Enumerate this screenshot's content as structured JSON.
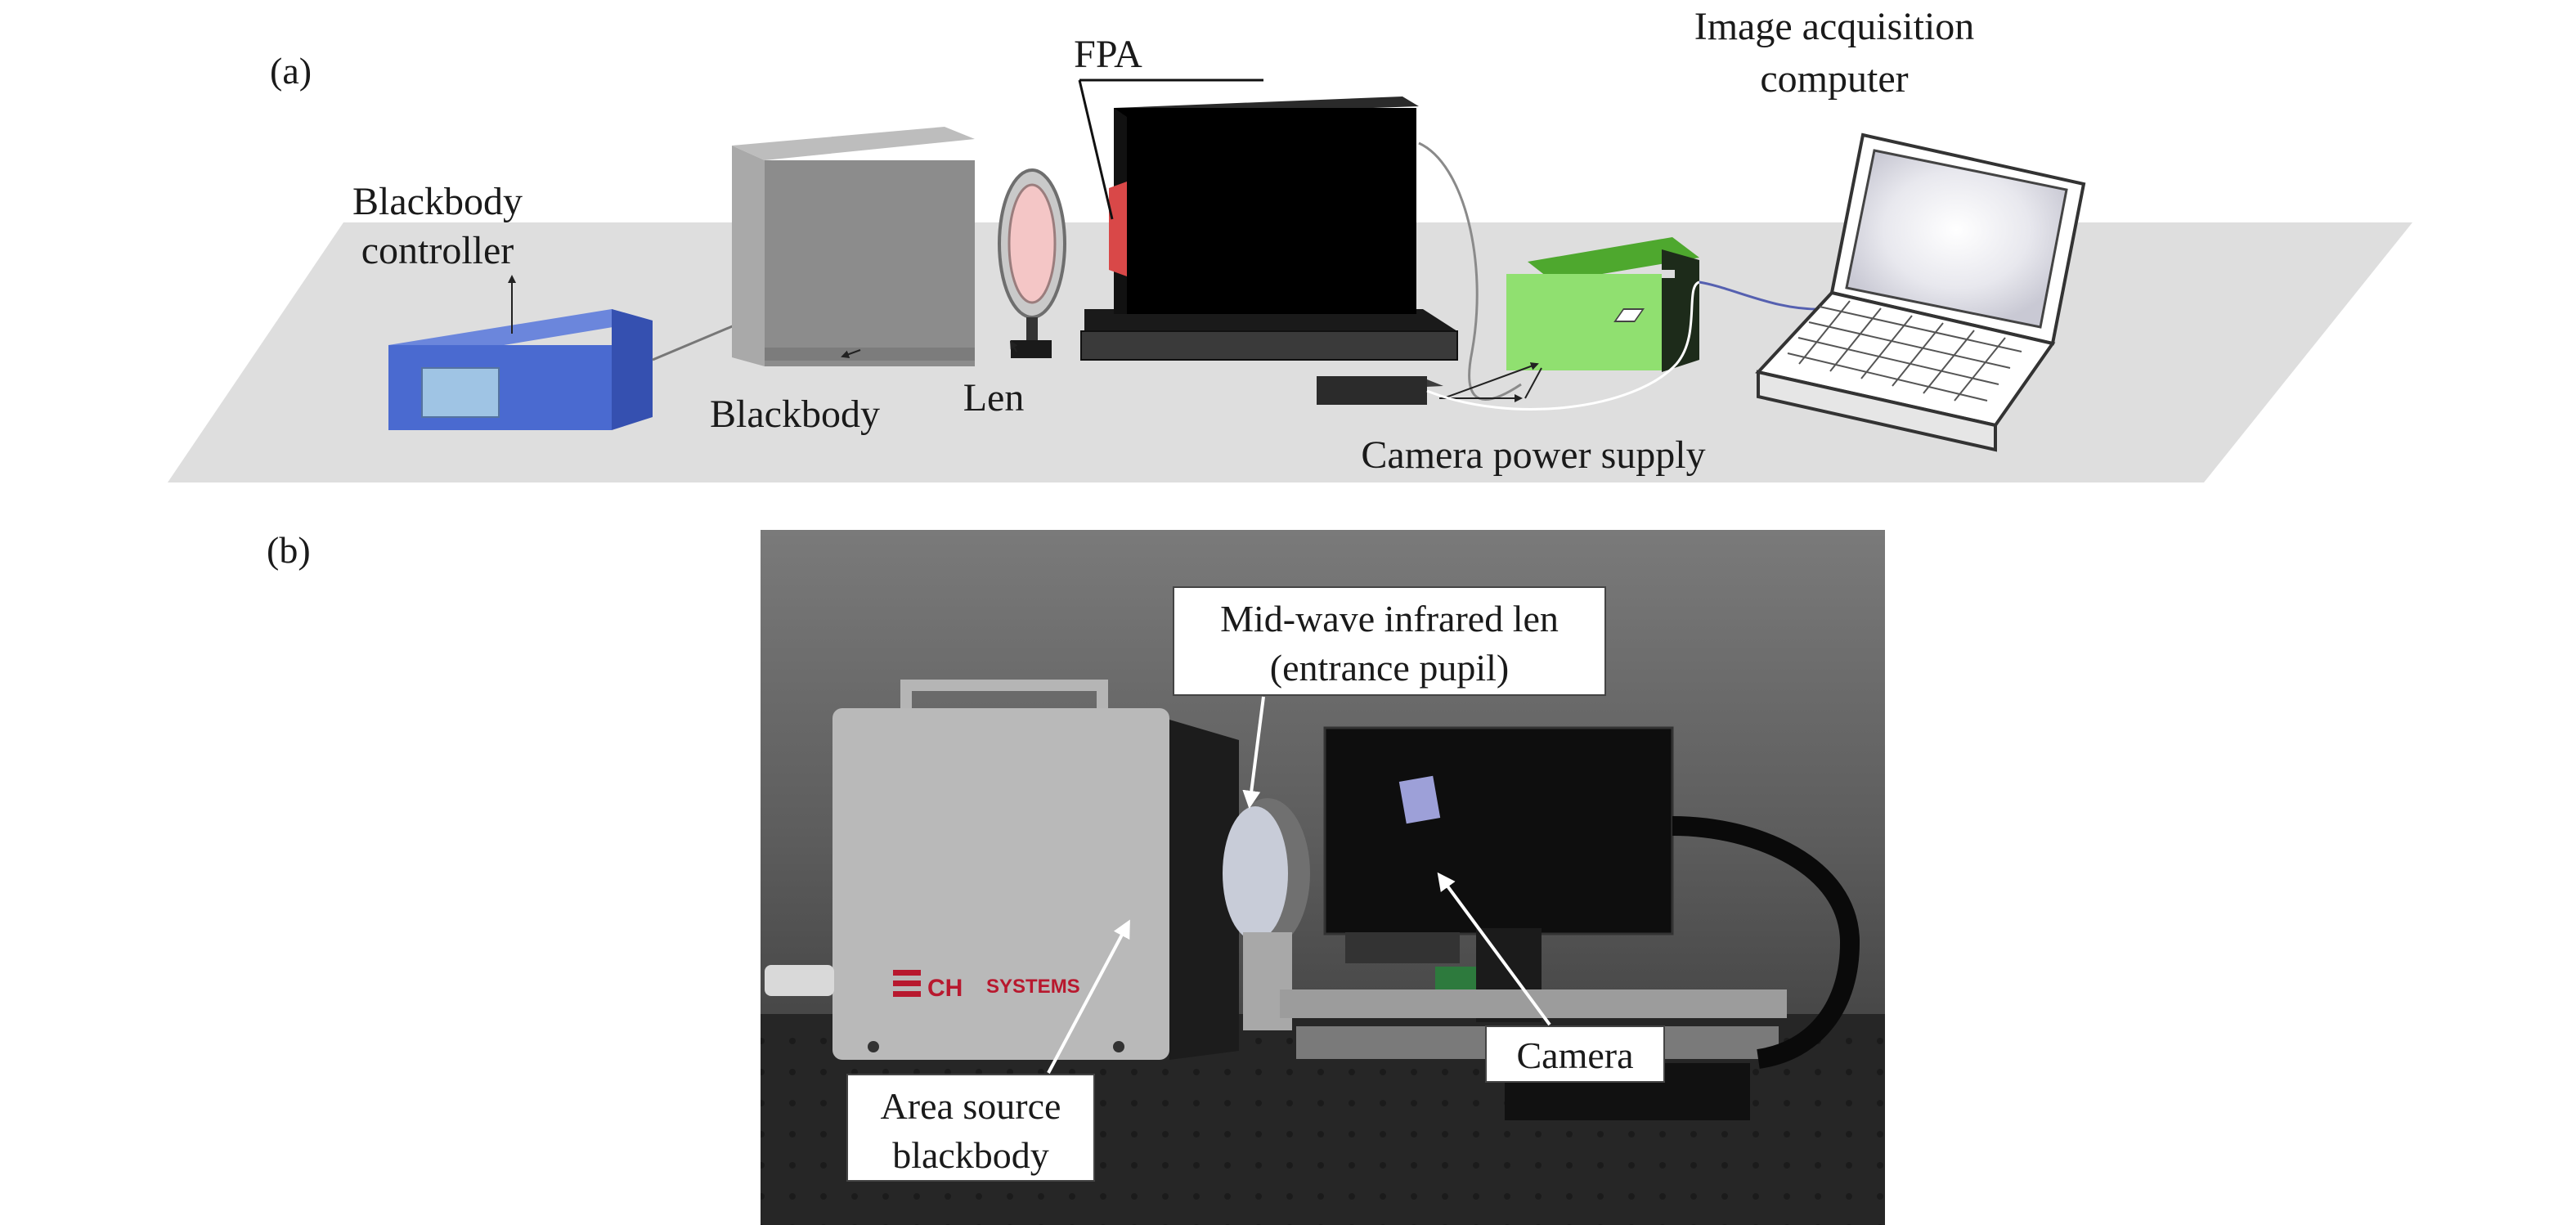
{
  "panel_a": {
    "panel_label": "(a)",
    "labels": {
      "blackbody_controller_line1": "Blackbody",
      "blackbody_controller_line2": "controller",
      "blackbody": "Blackbody",
      "len": "Len",
      "fpa": "FPA",
      "image_acquisition_line1": "Image acquisition",
      "image_acquisition_line2": "computer",
      "camera_power_supply": "Camera power supply"
    }
  },
  "panel_b": {
    "panel_label": "(b)",
    "labels": {
      "midwave_line1": "Mid-wave infrared len",
      "midwave_line2": "(entrance pupil)",
      "area_source_line1": "Area source",
      "area_source_line2": "blackbody",
      "camera": "Camera"
    },
    "brand_text": "SYSTEMS"
  },
  "colors": {
    "table": "#d9d9d9",
    "controller_blue": "#4a6ad0",
    "screen_blue": "#8fb7d8",
    "blackbody_gray": "#8c8c8c",
    "power_supply_green": "#90e070",
    "fpa_red": "#e05050",
    "photo_background": "#4a4a4a"
  }
}
